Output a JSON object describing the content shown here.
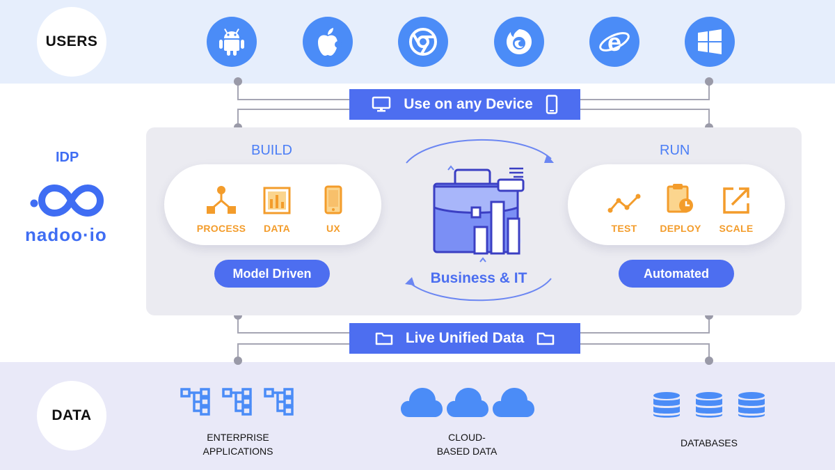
{
  "users": {
    "label": "USERS"
  },
  "platforms": [
    {
      "icon": "android-icon"
    },
    {
      "icon": "apple-icon"
    },
    {
      "icon": "chrome-icon"
    },
    {
      "icon": "firefox-icon"
    },
    {
      "icon": "internet-explorer-icon"
    },
    {
      "icon": "windows-icon"
    }
  ],
  "device_bar": {
    "label": "Use on any Device",
    "left_icon": "monitor-icon",
    "right_icon": "phone-icon"
  },
  "idp": {
    "title": "IDP",
    "logo_text": "nadoo·io"
  },
  "build": {
    "title": "BUILD",
    "items": [
      {
        "label": "PROCESS",
        "icon": "process-icon"
      },
      {
        "label": "DATA",
        "icon": "chart-icon"
      },
      {
        "label": "UX",
        "icon": "phone-icon"
      }
    ],
    "button": "Model Driven"
  },
  "center": {
    "label": "Business & IT",
    "icon": "briefcase-icon"
  },
  "run": {
    "title": "RUN",
    "items": [
      {
        "label": "TEST",
        "icon": "trend-icon"
      },
      {
        "label": "DEPLOY",
        "icon": "clipboard-clock-icon"
      },
      {
        "label": "SCALE",
        "icon": "expand-icon"
      }
    ],
    "button": "Automated"
  },
  "data_bar": {
    "label": "Live Unified Data",
    "left_icon": "folder-icon",
    "right_icon": "folder-icon"
  },
  "data": {
    "label": "DATA"
  },
  "sources": [
    {
      "line1": "ENTERPRISE",
      "line2": "APPLICATIONS",
      "icon": "hierarchy-icon"
    },
    {
      "line1": "CLOUD-",
      "line2": "BASED DATA",
      "icon": "cloud-icon"
    },
    {
      "line1": "DATABASES",
      "line2": "",
      "icon": "database-icon"
    }
  ],
  "colors": {
    "blue": "#4d6ef0",
    "light_blue": "#4b8cf7",
    "orange": "#f39c2b",
    "panel": "#ebebf1",
    "users_band": "#e6eefc",
    "data_band": "#e9e9f8"
  }
}
